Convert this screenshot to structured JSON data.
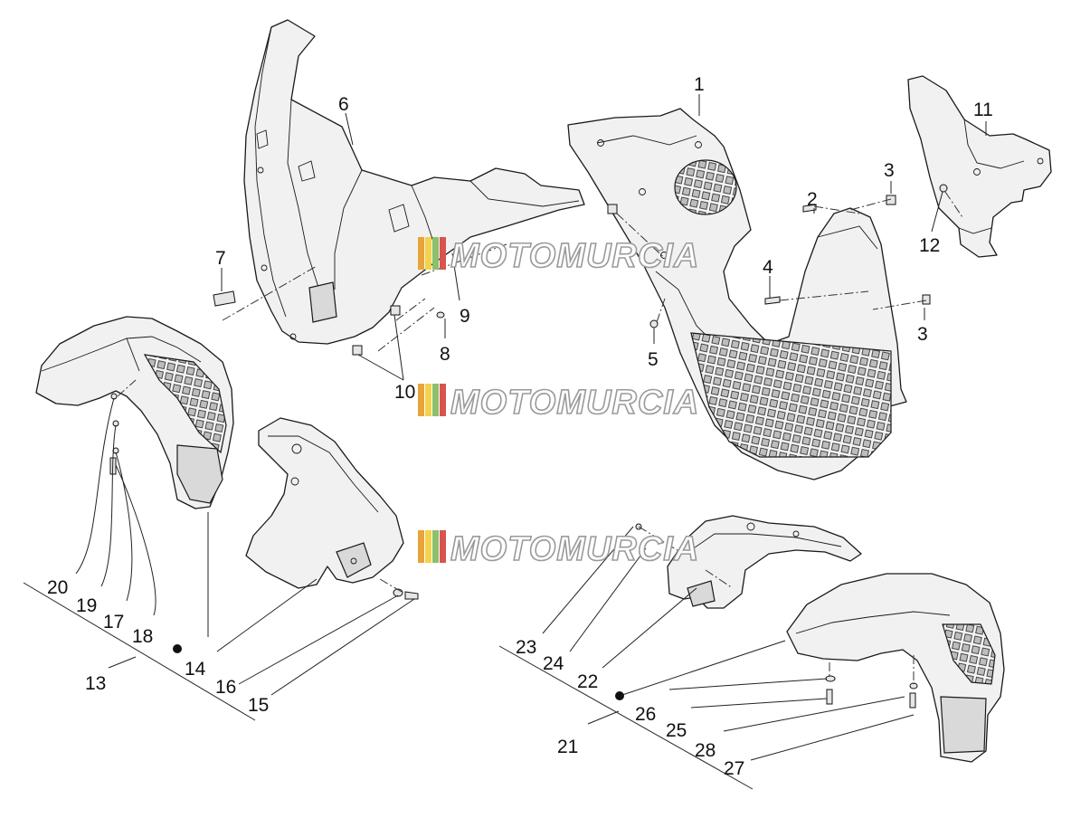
{
  "diagram": {
    "watermark": "MOTOMURCIA",
    "watermark_colors": [
      "#e8a33a",
      "#f4d24a",
      "#8cc06b",
      "#d9534f"
    ],
    "callouts": [
      "1",
      "2",
      "3",
      "3",
      "4",
      "5",
      "6",
      "7",
      "8",
      "9",
      "10",
      "11",
      "12",
      "13",
      "14",
      "15",
      "16",
      "17",
      "18",
      "19",
      "20",
      "21",
      "22",
      "23",
      "24",
      "25",
      "26",
      "27",
      "28"
    ]
  }
}
